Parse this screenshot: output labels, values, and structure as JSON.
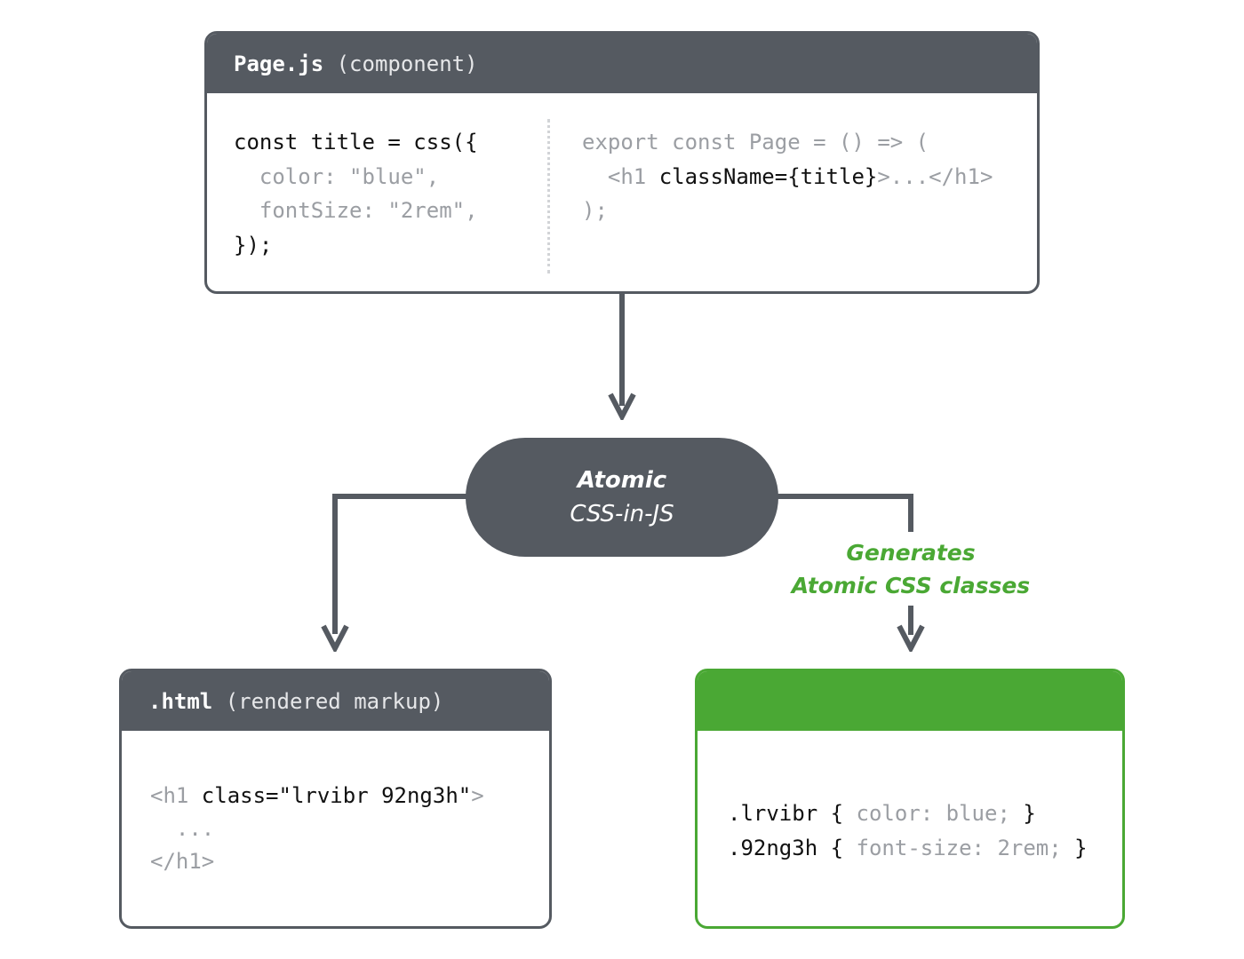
{
  "top_box": {
    "title_bold": "Page.js",
    "title_rest": " (component)",
    "left_code": {
      "line1": "const title = css({",
      "line2": "  color: \"blue\",",
      "line3": "  fontSize: \"2rem\",",
      "line4": "});"
    },
    "right_code": {
      "line1": "export const Page = () => (",
      "line2_indent_tag": "  <h1 ",
      "line2_attr": "className={title}",
      "line2_tail": ">...</h1>",
      "line3": ");"
    }
  },
  "center_pill": {
    "line1": "Atomic",
    "line2": "CSS-in-JS"
  },
  "generates_label": {
    "line1": "Generates",
    "line2": "Atomic CSS classes"
  },
  "html_box": {
    "title_bold": ".html",
    "title_rest": " (rendered markup)",
    "code": {
      "open_tag_start": "<h1 ",
      "class_attr": "class=\"lrvibr 92ng3h\"",
      "open_tag_end": ">",
      "ellipsis": "  ...",
      "close_tag": "</h1>"
    }
  },
  "css_box": {
    "title": "",
    "rules": [
      {
        "selector": ".lrvibr",
        "open": " { ",
        "decl": "color: blue;",
        "close": " }"
      },
      {
        "selector": ".92ng3h",
        "open": " { ",
        "decl": "font-size: 2rem;",
        "close": " }"
      }
    ]
  },
  "colors": {
    "dark_gray": "#555a61",
    "green": "#4aa834",
    "dim_text": "#9b9ea3"
  }
}
